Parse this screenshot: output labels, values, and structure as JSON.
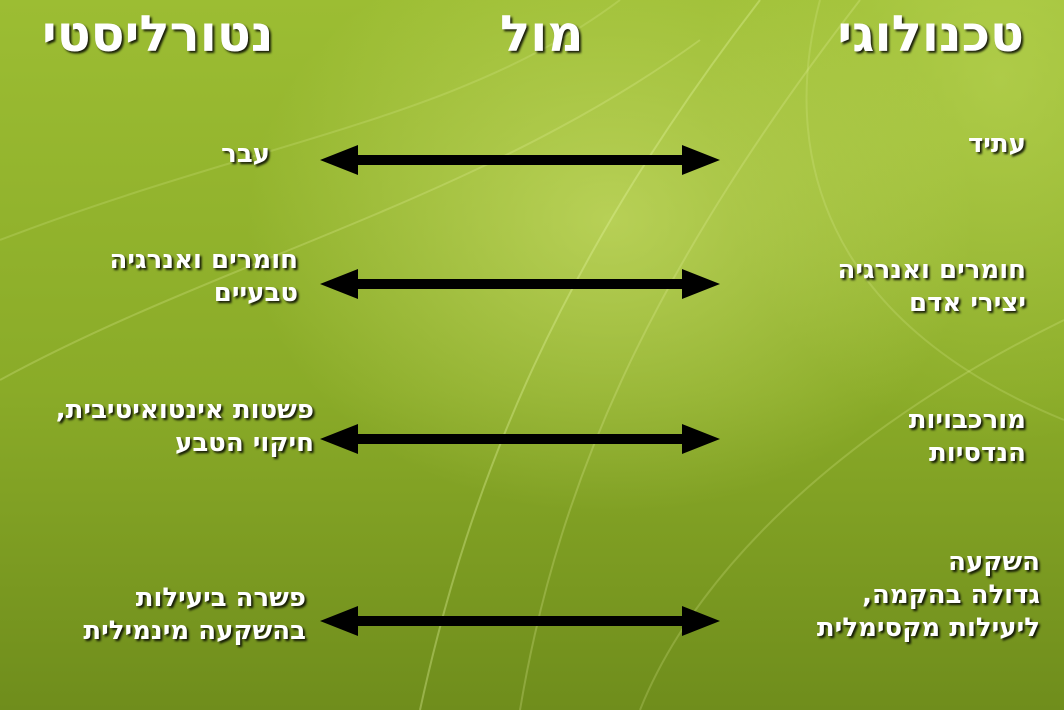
{
  "headers": {
    "technological": "טכנולוגי",
    "versus": "מול",
    "naturalistic": "נטורליסטי"
  },
  "rows": [
    {
      "right": [
        "עתיד"
      ],
      "left": [
        "עבר"
      ]
    },
    {
      "right": [
        "חומרים ואנרגיה",
        "יצירי אדם"
      ],
      "left": [
        "חומרים ואנרגיה",
        "טבעיים"
      ]
    },
    {
      "right": [
        "מורכבויות",
        "הנדסיות"
      ],
      "left": [
        "פשטות אינטואיטיבית,",
        "חיקוי הטבע"
      ]
    },
    {
      "right": [
        "השקעה",
        "גדולה בהקמה,",
        "ליעילות מקסימלית"
      ],
      "left": [
        "פשרה ביעילות",
        "בהשקעה מינמילית"
      ]
    }
  ],
  "colors": {
    "text": "#ffffff",
    "arrow": "#000000",
    "background": "#8fb02c"
  }
}
